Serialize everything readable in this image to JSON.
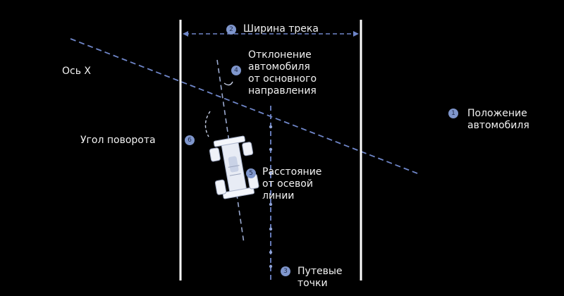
{
  "colors": {
    "background": "#000000",
    "track_line": "#ffffff",
    "dashed_line": "#6f86c9",
    "badge": "#7f96cc",
    "text": "#f2f2f2"
  },
  "labels": {
    "track_width": "Ширина трека",
    "deviation": "Отклонение\nавтомобиля\nот основного\nнаправления",
    "x_axis": "Ось X",
    "car_position": "Положение\nавтомобиля",
    "steering_angle": "Угол поворота",
    "centerline_distance": "Расстояние\nот осевой\nлинии",
    "waypoints": "Путевые\nточки"
  },
  "badges": {
    "track_width": "2",
    "deviation": "4",
    "car_position": "1",
    "steering_angle": "6",
    "centerline_distance": "5",
    "waypoints": "3"
  },
  "icons": {
    "car": "race-car-icon"
  }
}
